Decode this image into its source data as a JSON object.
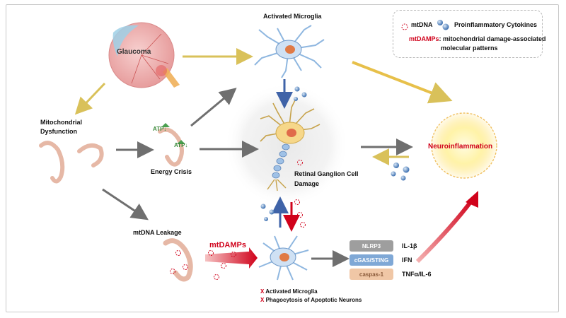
{
  "legend": {
    "mtdna_label": "mtDNA",
    "cytokines_label": "Proinflammatory Cytokines",
    "mtdamps_term": "mtDAMPs",
    "mtdamps_definition_line1": ": mitochondrial damage-associated",
    "mtdamps_definition_line2": "molecular patterns"
  },
  "nodes": {
    "glaucoma": "Glaucoma",
    "activated_microglia_top": "Activated Microglia",
    "mito_dysfunction_line1": "Mitochondrial",
    "mito_dysfunction_line2": "Dysfunction",
    "energy_crisis": "Energy Crisis",
    "atp1": "ATP↓",
    "atp2": "ATP↓",
    "rgc_line1": "Retinal Ganglion Cell",
    "rgc_line2": "Damage",
    "neuroinflammation": "Neuroinflammation",
    "mtdna_leakage": "mtDNA Leakage",
    "mtdamps_arrow": "mtDAMPs"
  },
  "pathways": [
    {
      "name": "NLRP3",
      "output": "IL-1β",
      "color": "#9e9e9e"
    },
    {
      "name": "cGAS/STING",
      "output": "IFN",
      "color": "#7fa8d6"
    },
    {
      "name": "caspas-1",
      "output": "TNFα/IL-6",
      "color": "#f0c7a6"
    }
  ],
  "bottom_notes": {
    "mark": "X",
    "note1": "Activated Microglia",
    "note2": "Phagocytosis of Apoptotic Neurons"
  },
  "colors": {
    "accent_red": "#d0021b",
    "arrow_gray": "#6f6f6f",
    "arrow_gold": "#d9c15a",
    "mito_pink": "#e6b8a6",
    "neuron_blue": "#8fb7e0"
  }
}
